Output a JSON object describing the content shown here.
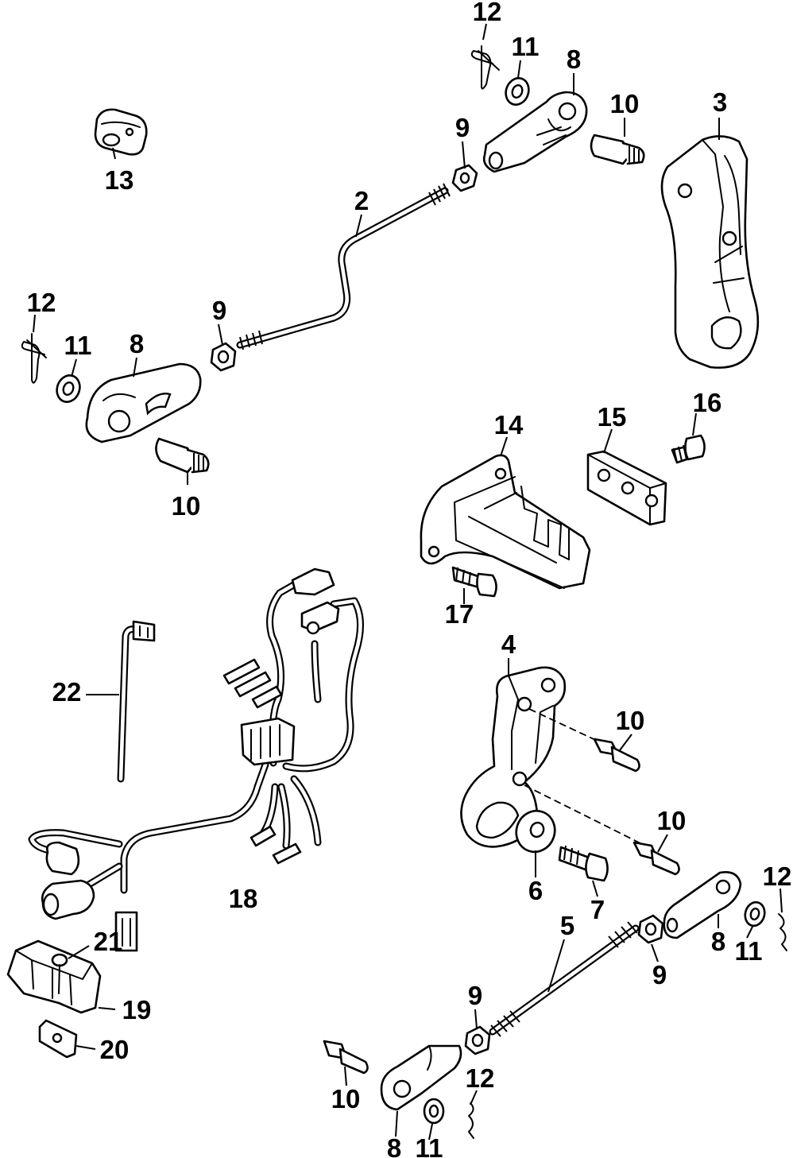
{
  "callouts": {
    "c2": "2",
    "c3": "3",
    "c4": "4",
    "c5": "5",
    "c6": "6",
    "c7": "7",
    "c8a": "8",
    "c8b": "8",
    "c8c": "8",
    "c8d": "8",
    "c9a": "9",
    "c9b": "9",
    "c9c": "9",
    "c9d": "9",
    "c10a": "10",
    "c10b": "10",
    "c10c": "10",
    "c10d": "10",
    "c10e": "10",
    "c11a": "11",
    "c11b": "11",
    "c11c": "11",
    "c11d": "11",
    "c12a": "12",
    "c12b": "12",
    "c12c": "12",
    "c12d": "12",
    "c13": "13",
    "c14": "14",
    "c15": "15",
    "c16": "16",
    "c17": "17",
    "c18": "18",
    "c19": "19",
    "c20": "20",
    "c21": "21",
    "c22": "22"
  }
}
